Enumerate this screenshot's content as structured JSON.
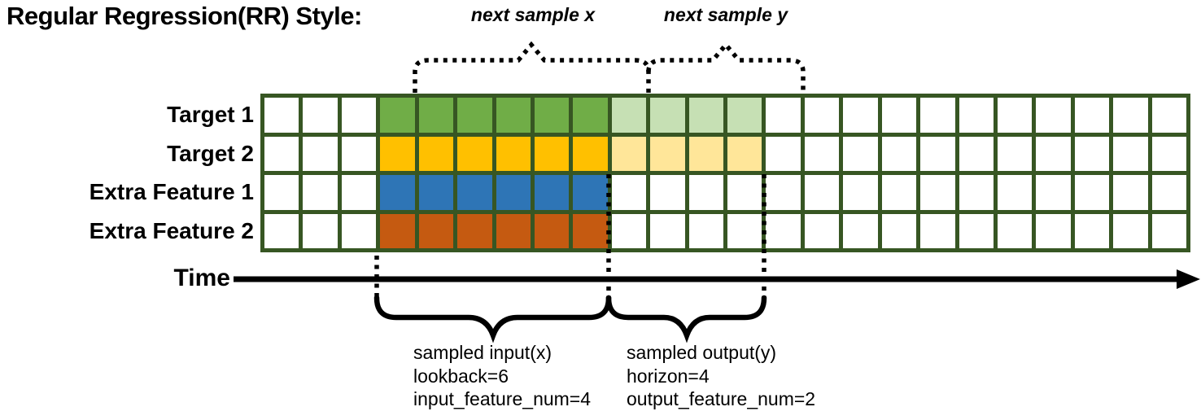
{
  "title": "Regular Regression(RR) Style:",
  "colors": {
    "grid_border": "#375623",
    "target1_input": "#70ad47",
    "target1_output": "#c6e0b4",
    "target2_input": "#ffc000",
    "target2_output": "#ffe699",
    "extra1_input": "#2e75b6",
    "extra2_input": "#c55a11",
    "empty_cell": "#ffffff",
    "annotation": "#000000"
  },
  "grid": {
    "columns": 24,
    "input_start": 3,
    "lookback": 6,
    "horizon": 4,
    "rows": [
      {
        "label": "Target 1",
        "input_color": "#70ad47",
        "output_color": "#c6e0b4"
      },
      {
        "label": "Target 2",
        "input_color": "#ffc000",
        "output_color": "#ffe699"
      },
      {
        "label": "Extra Feature 1",
        "input_color": "#2e75b6",
        "output_color": null
      },
      {
        "label": "Extra Feature 2",
        "input_color": "#c55a11",
        "output_color": null
      }
    ]
  },
  "params": {
    "lookback": 6,
    "horizon": 4,
    "input_feature_num": 4,
    "output_feature_num": 2
  },
  "annotations": {
    "next_sample_x": "next sample x",
    "next_sample_y": "next sample y",
    "time_label": "Time",
    "input_block": {
      "line1": "sampled input(x)",
      "line2": "lookback=6",
      "line3": "input_feature_num=4"
    },
    "output_block": {
      "line1": "sampled output(y)",
      "line2": "horizon=4",
      "line3": "output_feature_num=2"
    }
  }
}
